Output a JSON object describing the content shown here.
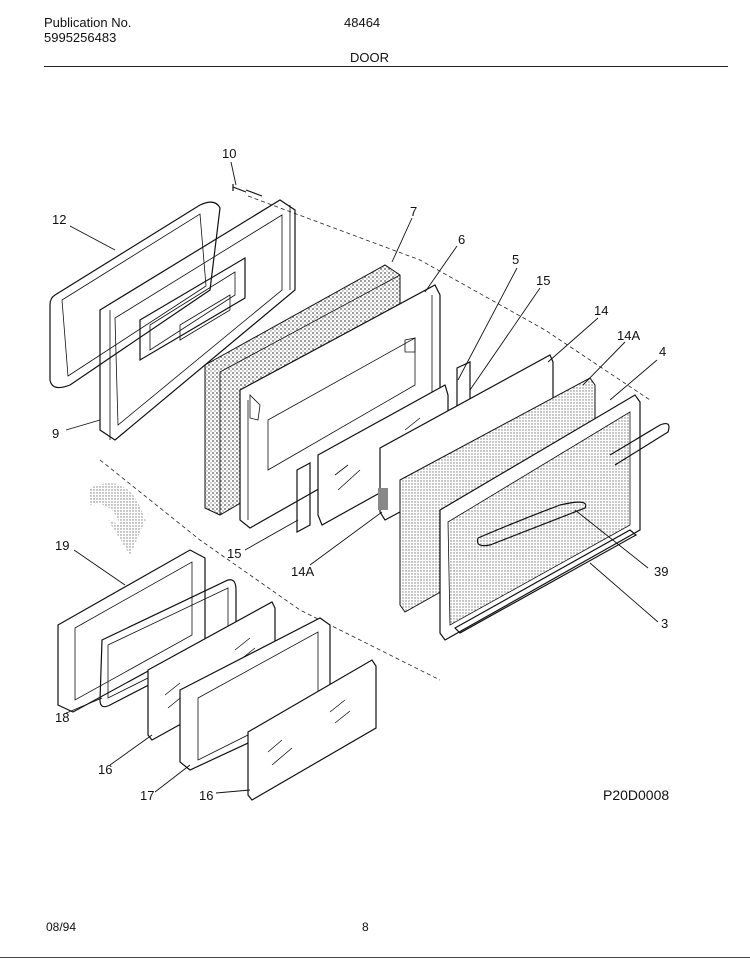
{
  "header": {
    "publication_label": "Publication No.",
    "publication_number": "5995256483",
    "model": "48464",
    "section": "DOOR"
  },
  "diagram": {
    "drawing_code": "P20D0008",
    "callouts": [
      "10",
      "12",
      "7",
      "6",
      "5",
      "15",
      "14",
      "14A",
      "4",
      "9",
      "15",
      "14A",
      "39",
      "3",
      "19",
      "18",
      "16",
      "17",
      "16"
    ]
  },
  "footer": {
    "date": "08/94",
    "page": "8"
  }
}
